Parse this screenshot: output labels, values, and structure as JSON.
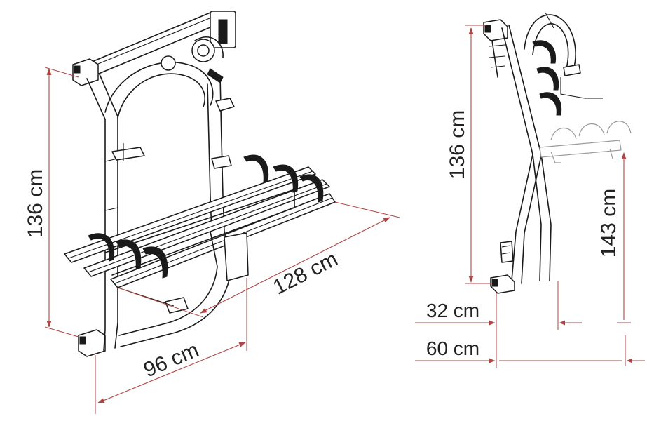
{
  "colors": {
    "dimension_line": "#b04545",
    "frame_line": "#1a1a1a",
    "background": "#ffffff"
  },
  "left_view": {
    "height_label": "136 cm",
    "depth_label": "128 cm",
    "width_label": "96 cm"
  },
  "right_view": {
    "height_label": "136 cm",
    "lower_height_label": "143 cm",
    "offset_small_label": "32 cm",
    "offset_large_label": "60 cm"
  }
}
